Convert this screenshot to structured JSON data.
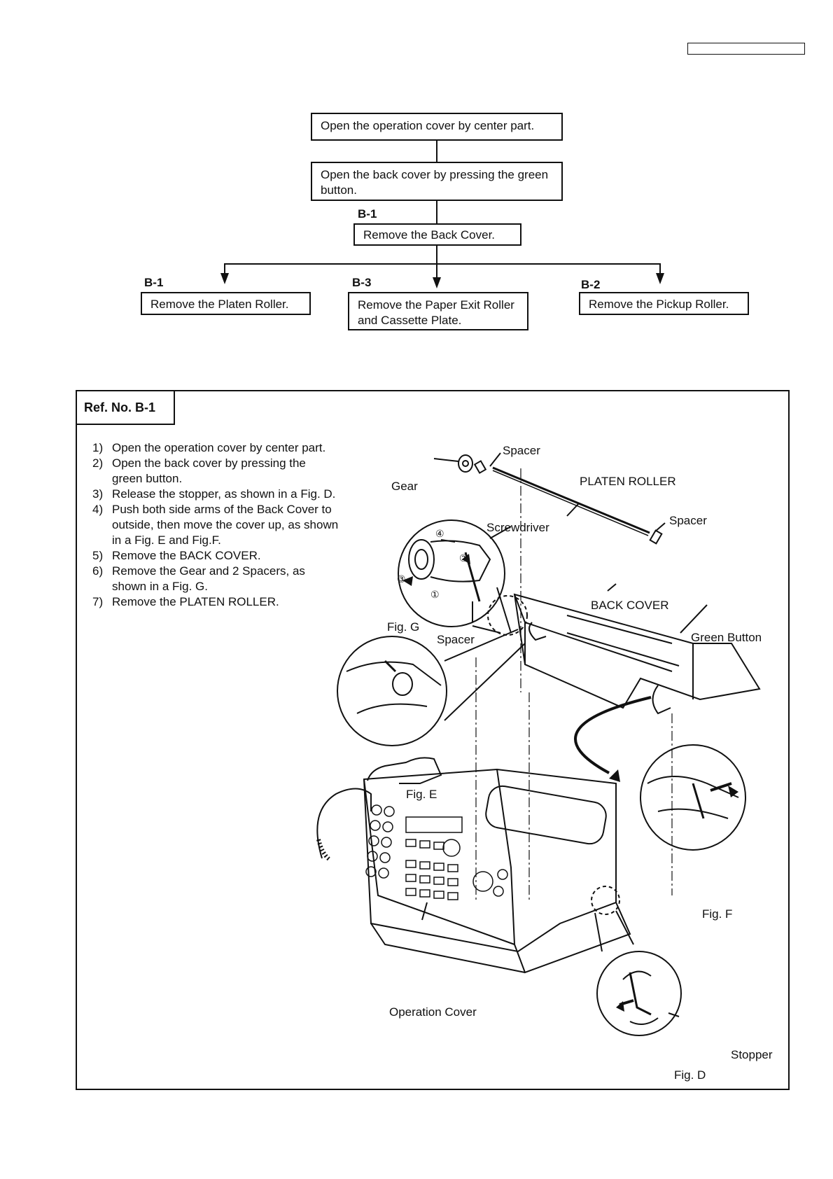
{
  "header": {
    "page_box": ""
  },
  "flow": {
    "step1": "Open the operation cover by center part.",
    "step2": "Open the back cover by pressing the green button.",
    "b1_ref": "B-1",
    "step3": "Remove the Back Cover.",
    "left_ref": "B-1",
    "left_box": "Remove the Platen Roller.",
    "center_ref": "B-3",
    "center_box": "Remove the Paper Exit Roller and Cassette Plate.",
    "right_ref": "B-2",
    "right_box": "Remove the Pickup Roller."
  },
  "panel": {
    "ref_label": "Ref. No.  B-1",
    "steps": [
      {
        "num": "1)",
        "text": "Open the operation cover by center part."
      },
      {
        "num": "2)",
        "text": "Open the back cover by pressing the green button."
      },
      {
        "num": "3)",
        "text": "Release the stopper, as shown in a Fig. D."
      },
      {
        "num": "4)",
        "text": "Push both side arms of the Back Cover to outside, then move the cover up, as shown in a Fig. E and Fig.F."
      },
      {
        "num": "5)",
        "text": "Remove the BACK COVER."
      },
      {
        "num": "6)",
        "text": "Remove the Gear and 2 Spacers, as shown in a Fig. G."
      },
      {
        "num": "7)",
        "text": "Remove the PLATEN ROLLER."
      }
    ]
  },
  "labels": {
    "spacer_top": "Spacer",
    "gear": "Gear",
    "platen_roller": "PLATEN ROLLER",
    "spacer_right": "Spacer",
    "screwdriver": "Screwdriver",
    "back_cover": "BACK COVER",
    "fig_g": "Fig. G",
    "spacer_bottom": "Spacer",
    "green_button": "Green Button",
    "fig_e": "Fig. E",
    "fig_f": "Fig. F",
    "operation_cover": "Operation Cover",
    "stopper": "Stopper",
    "fig_d": "Fig. D",
    "circ1": "①",
    "circ2": "②",
    "circ3": "③",
    "circ4": "④"
  }
}
